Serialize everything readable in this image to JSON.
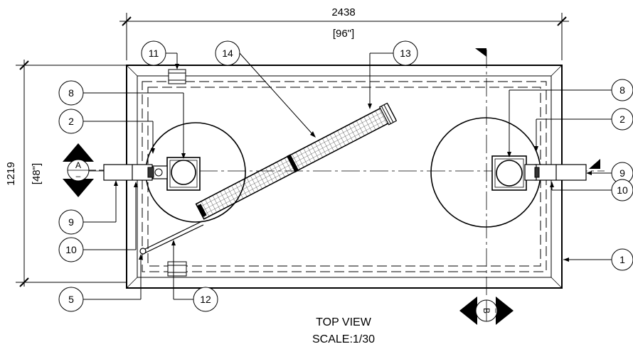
{
  "dimensions": {
    "width_mm": "2438",
    "width_in": "[96\"]",
    "height_mm": "1219",
    "height_in": "[48\"]"
  },
  "callouts": {
    "c1": "1",
    "c2_left": "2",
    "c2_right": "2",
    "c5": "5",
    "c8_left": "8",
    "c8_right": "8",
    "c9_left": "9",
    "c9_right": "9",
    "c10_left": "10",
    "c10_right": "10",
    "c11": "11",
    "c12": "12",
    "c13": "13",
    "c14": "14"
  },
  "section_markers": {
    "a_letter": "A",
    "a_sheet": "–",
    "b_letter": "B",
    "b_sheet": "–"
  },
  "title": {
    "view": "TOP VIEW",
    "scale": "SCALE:1/30"
  }
}
